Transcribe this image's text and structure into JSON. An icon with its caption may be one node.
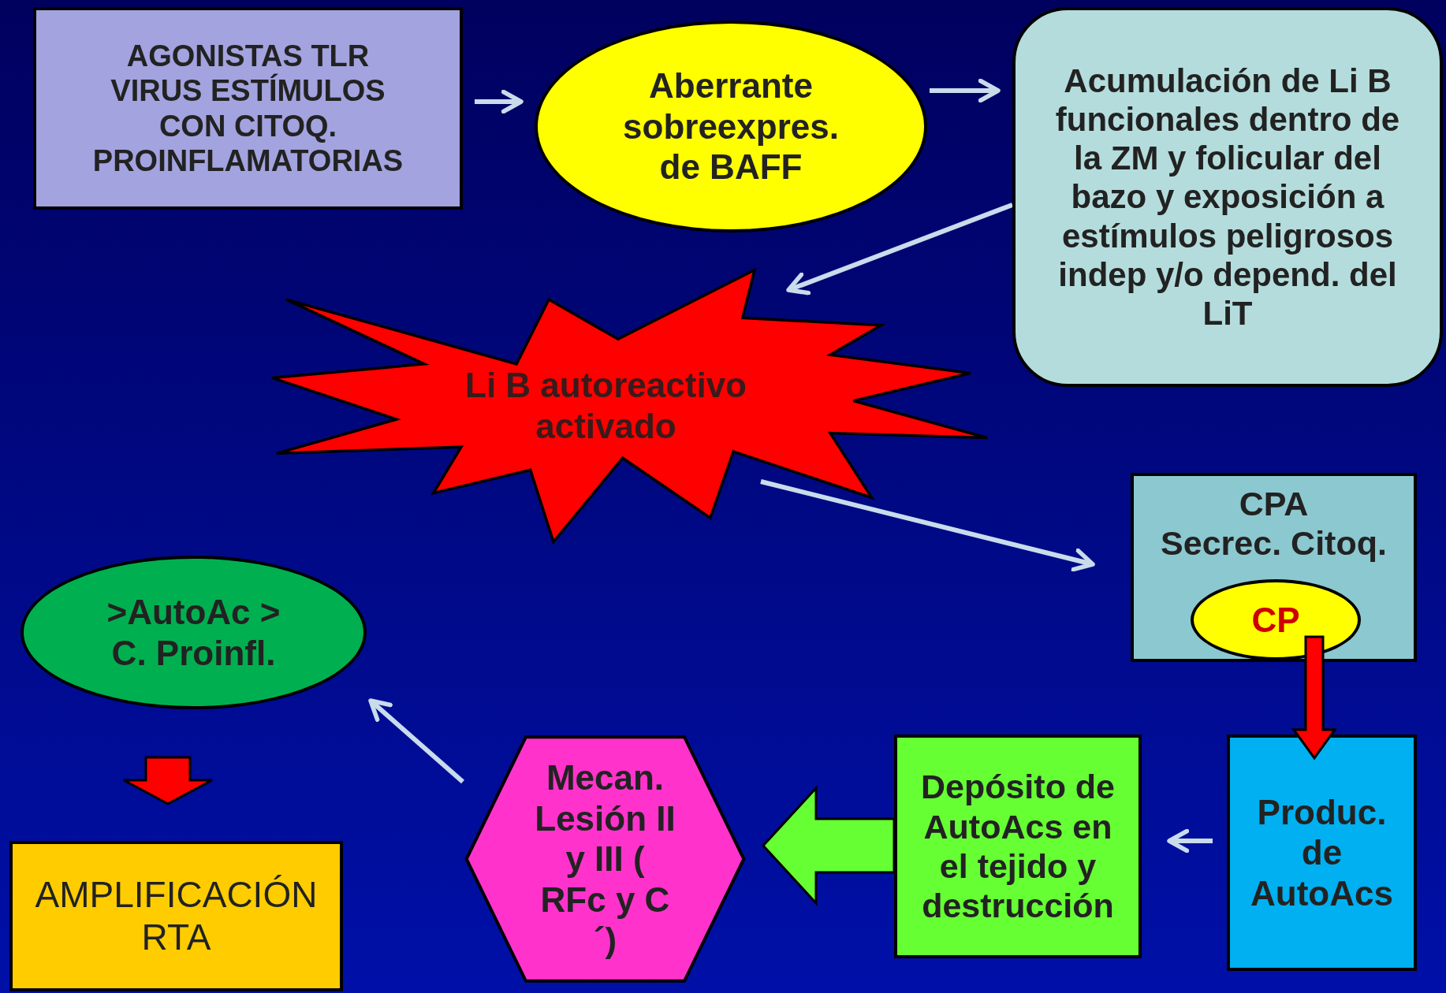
{
  "diagram": {
    "nodes": [
      {
        "text": [
          "AGONISTAS TLR VIRUS ESTÍMULOS CON CITOQ. PROINFLAMATORIAS"
        ]
      },
      {
        "text": [
          "Aberrante sobreexpres. de BAFF"
        ]
      },
      {
        "text": [
          "Acumulación de Li B funcionales dentro de la ZM y folicular del bazo y exposición a estímulos peligrosos indep y/o depend. del LiT"
        ]
      },
      {
        "text": [
          "Li B autoreactivo activado"
        ]
      },
      {
        "text": [
          "CPA",
          "Secrec. Citoq."
        ]
      },
      {
        "text": [
          "CP"
        ],
        "in": 4
      },
      {
        "text": [
          "Produc. de AutoAcs"
        ]
      },
      {
        "text": [
          "Depósito de AutoAcs en el tejido y destrucción"
        ]
      },
      {
        "text": [
          "Mecan. Lesión II y III ( RFc y C´)"
        ]
      },
      {
        "text": [
          ">AutoAc > C. Proinfl."
        ]
      },
      {
        "text": [
          "AMPLIFICACIÓN RTA"
        ]
      }
    ],
    "edges": [
      {
        "from": 0,
        "to": 1,
        "arrow": "to"
      },
      {
        "from": 1,
        "to": 2,
        "arrow": "to"
      },
      {
        "from": 2,
        "to": 3,
        "arrow": "to"
      },
      {
        "from": 3,
        "to": 4,
        "arrow": "to"
      },
      {
        "from": 5,
        "to": 6,
        "arrow": "to",
        "style": "thick",
        "color": "#ff0000"
      },
      {
        "from": 6,
        "to": 7,
        "arrow": "to"
      },
      {
        "from": 7,
        "to": 8,
        "arrow": "to",
        "style": "thick",
        "color": "#66ff33"
      },
      {
        "from": 8,
        "to": 9,
        "arrow": "to"
      },
      {
        "from": 9,
        "to": 10,
        "arrow": "to",
        "style": "thick",
        "color": "#ff0000"
      }
    ]
  }
}
